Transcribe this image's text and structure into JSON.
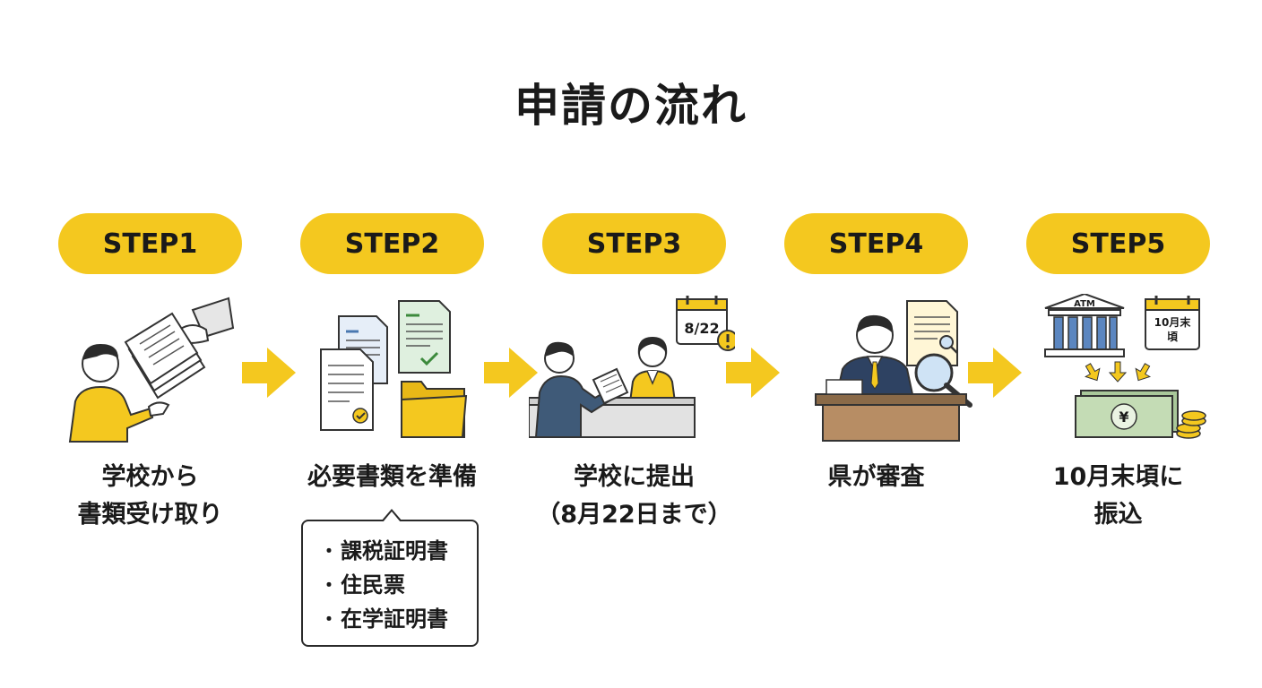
{
  "title": "申請の流れ",
  "steps": [
    {
      "label": "STEP1",
      "caption": [
        "学校から",
        "書類受け取り"
      ],
      "icon": "hand-over-documents-icon"
    },
    {
      "label": "STEP2",
      "caption": [
        "必要書類を準備"
      ],
      "icon": "documents-and-folder-icon"
    },
    {
      "label": "STEP3",
      "caption": [
        "学校に提出",
        "（8月22日まで）"
      ],
      "icon": "submission-counter-icon",
      "calendar_text": "8/22"
    },
    {
      "label": "STEP4",
      "caption": [
        "県が審査"
      ],
      "icon": "official-review-icon"
    },
    {
      "label": "STEP5",
      "caption": [
        "10月末頃に",
        "振込"
      ],
      "icon": "bank-transfer-icon",
      "atm_text": "ATM",
      "calendar_text": [
        "10月末",
        "頃"
      ],
      "yen_symbol": "¥"
    }
  ],
  "required_documents": [
    "課税証明書",
    "住民票",
    "在学証明書"
  ],
  "bullet": "・",
  "colors": {
    "accent": "#f4c81f",
    "text": "#1a1a1a",
    "arrow": "#f4c81f"
  }
}
